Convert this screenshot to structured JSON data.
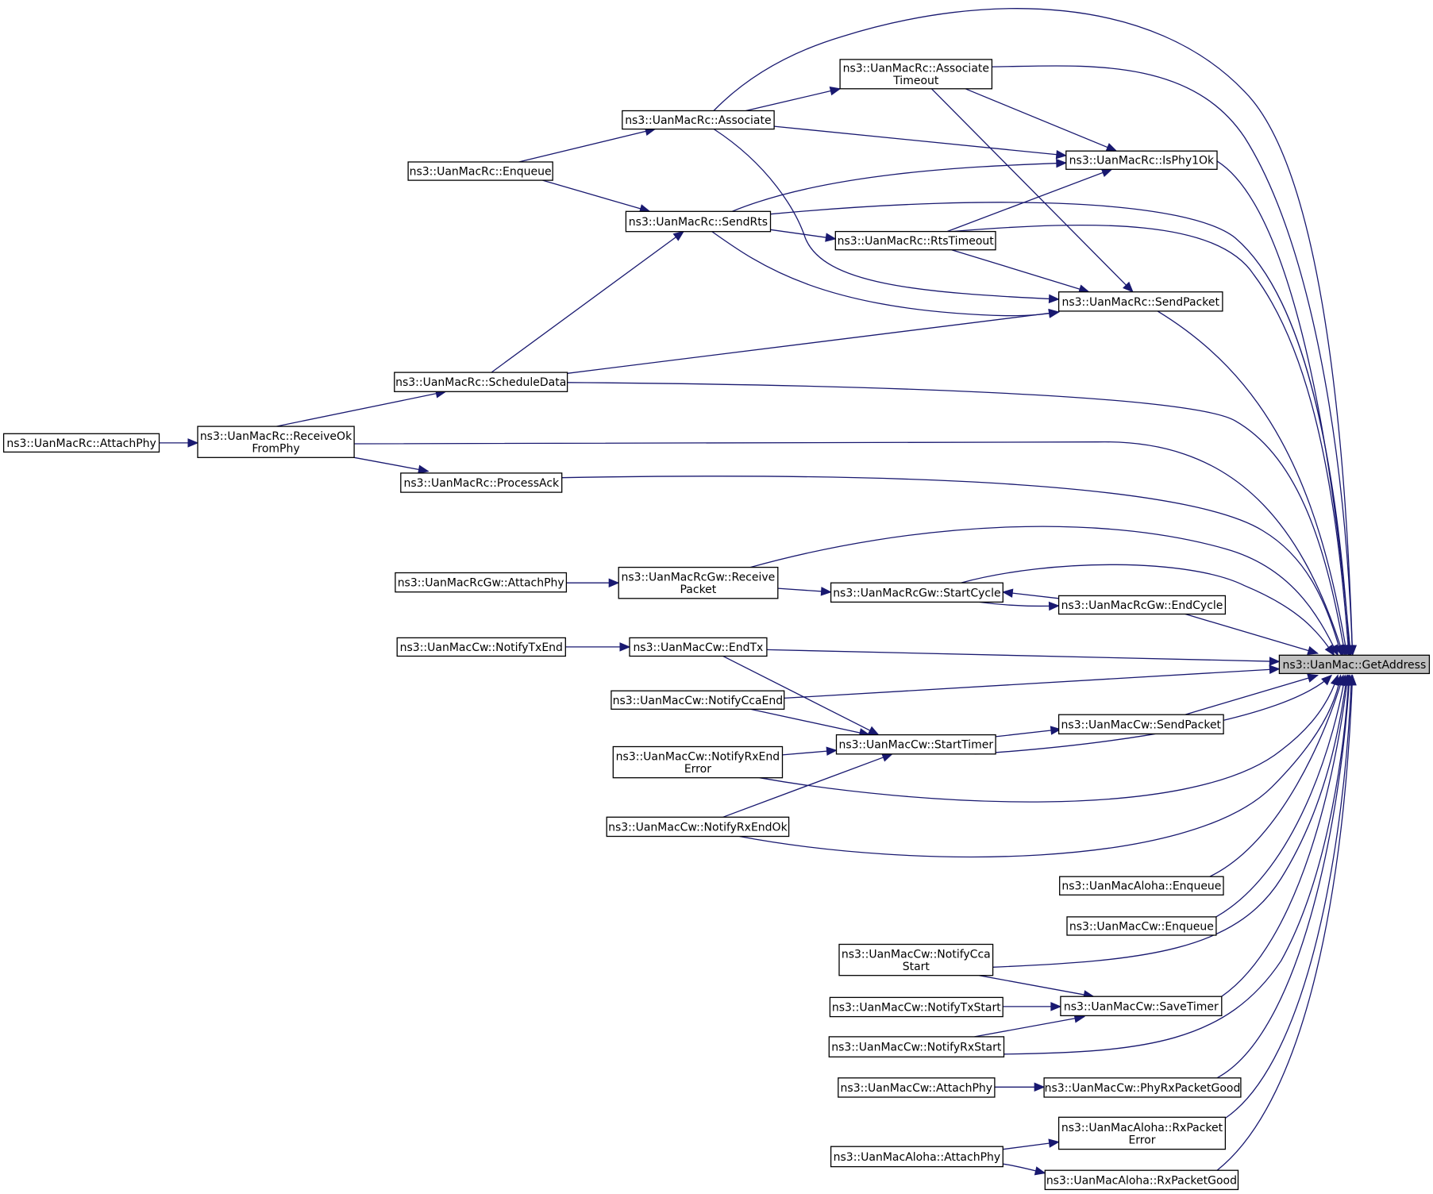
{
  "diagram": {
    "root": "getaddress",
    "nodes": [
      {
        "id": "getaddress",
        "lines": [
          "ns3::UanMac::GetAddress"
        ],
        "root": true
      },
      {
        "id": "rc_associatetimeout",
        "lines": [
          "ns3::UanMacRc::Associate",
          "Timeout"
        ]
      },
      {
        "id": "rc_associate",
        "lines": [
          "ns3::UanMacRc::Associate"
        ]
      },
      {
        "id": "rc_enqueue",
        "lines": [
          "ns3::UanMacRc::Enqueue"
        ]
      },
      {
        "id": "rc_isphy1ok",
        "lines": [
          "ns3::UanMacRc::IsPhy1Ok"
        ]
      },
      {
        "id": "rc_sendrts",
        "lines": [
          "ns3::UanMacRc::SendRts"
        ]
      },
      {
        "id": "rc_rtstimeout",
        "lines": [
          "ns3::UanMacRc::RtsTimeout"
        ]
      },
      {
        "id": "rc_sendpacket",
        "lines": [
          "ns3::UanMacRc::SendPacket"
        ]
      },
      {
        "id": "rc_scheduledata",
        "lines": [
          "ns3::UanMacRc::ScheduleData"
        ]
      },
      {
        "id": "rc_attachphy",
        "lines": [
          "ns3::UanMacRc::AttachPhy"
        ]
      },
      {
        "id": "rc_receiveokfromphy",
        "lines": [
          "ns3::UanMacRc::ReceiveOk",
          "FromPhy"
        ]
      },
      {
        "id": "rc_processack",
        "lines": [
          "ns3::UanMacRc::ProcessAck"
        ]
      },
      {
        "id": "rcgw_attachphy",
        "lines": [
          "ns3::UanMacRcGw::AttachPhy"
        ]
      },
      {
        "id": "rcgw_receivepacket",
        "lines": [
          "ns3::UanMacRcGw::Receive",
          "Packet"
        ]
      },
      {
        "id": "rcgw_startcycle",
        "lines": [
          "ns3::UanMacRcGw::StartCycle"
        ]
      },
      {
        "id": "rcgw_endcycle",
        "lines": [
          "ns3::UanMacRcGw::EndCycle"
        ]
      },
      {
        "id": "cw_notifytxend",
        "lines": [
          "ns3::UanMacCw::NotifyTxEnd"
        ]
      },
      {
        "id": "cw_endtx",
        "lines": [
          "ns3::UanMacCw::EndTx"
        ]
      },
      {
        "id": "cw_notifyccaend",
        "lines": [
          "ns3::UanMacCw::NotifyCcaEnd"
        ]
      },
      {
        "id": "cw_starttimer",
        "lines": [
          "ns3::UanMacCw::StartTimer"
        ]
      },
      {
        "id": "cw_sendpacket",
        "lines": [
          "ns3::UanMacCw::SendPacket"
        ]
      },
      {
        "id": "cw_notifyrxenderror",
        "lines": [
          "ns3::UanMacCw::NotifyRxEnd",
          "Error"
        ]
      },
      {
        "id": "cw_notifyrxendok",
        "lines": [
          "ns3::UanMacCw::NotifyRxEndOk"
        ]
      },
      {
        "id": "aloha_enqueue",
        "lines": [
          "ns3::UanMacAloha::Enqueue"
        ]
      },
      {
        "id": "cw_enqueue",
        "lines": [
          "ns3::UanMacCw::Enqueue"
        ]
      },
      {
        "id": "cw_notifyccastart",
        "lines": [
          "ns3::UanMacCw::NotifyCca",
          "Start"
        ]
      },
      {
        "id": "cw_savetimer",
        "lines": [
          "ns3::UanMacCw::SaveTimer"
        ]
      },
      {
        "id": "cw_notifytxstart",
        "lines": [
          "ns3::UanMacCw::NotifyTxStart"
        ]
      },
      {
        "id": "cw_notifyrxstart",
        "lines": [
          "ns3::UanMacCw::NotifyRxStart"
        ]
      },
      {
        "id": "cw_attachphy",
        "lines": [
          "ns3::UanMacCw::AttachPhy"
        ]
      },
      {
        "id": "cw_phyrxpacketgood",
        "lines": [
          "ns3::UanMacCw::PhyRxPacketGood"
        ]
      },
      {
        "id": "aloha_rxpacketerror",
        "lines": [
          "ns3::UanMacAloha::RxPacket",
          "Error"
        ]
      },
      {
        "id": "aloha_attachphy",
        "lines": [
          "ns3::UanMacAloha::AttachPhy"
        ]
      },
      {
        "id": "aloha_rxpacketgood",
        "lines": [
          "ns3::UanMacAloha::RxPacketGood"
        ]
      }
    ],
    "edges": [
      {
        "from": "rc_associate",
        "to": "getaddress"
      },
      {
        "from": "rc_associatetimeout",
        "to": "getaddress"
      },
      {
        "from": "rc_isphy1ok",
        "to": "getaddress"
      },
      {
        "from": "rc_sendrts",
        "to": "getaddress"
      },
      {
        "from": "rc_rtstimeout",
        "to": "getaddress"
      },
      {
        "from": "rc_sendpacket",
        "to": "getaddress"
      },
      {
        "from": "rc_scheduledata",
        "to": "getaddress"
      },
      {
        "from": "rc_receiveokfromphy",
        "to": "getaddress"
      },
      {
        "from": "rc_processack",
        "to": "getaddress"
      },
      {
        "from": "rcgw_receivepacket",
        "to": "getaddress"
      },
      {
        "from": "rcgw_startcycle",
        "to": "getaddress"
      },
      {
        "from": "rcgw_endcycle",
        "to": "getaddress"
      },
      {
        "from": "cw_endtx",
        "to": "getaddress"
      },
      {
        "from": "cw_notifyccaend",
        "to": "getaddress"
      },
      {
        "from": "cw_sendpacket",
        "to": "getaddress"
      },
      {
        "from": "cw_starttimer",
        "to": "getaddress"
      },
      {
        "from": "cw_notifyrxenderror",
        "to": "getaddress"
      },
      {
        "from": "cw_notifyrxendok",
        "to": "getaddress"
      },
      {
        "from": "aloha_enqueue",
        "to": "getaddress"
      },
      {
        "from": "cw_enqueue",
        "to": "getaddress"
      },
      {
        "from": "cw_notifyccastart",
        "to": "getaddress"
      },
      {
        "from": "cw_savetimer",
        "to": "getaddress"
      },
      {
        "from": "cw_notifyrxstart",
        "to": "getaddress"
      },
      {
        "from": "cw_phyrxpacketgood",
        "to": "getaddress"
      },
      {
        "from": "aloha_rxpacketerror",
        "to": "getaddress"
      },
      {
        "from": "aloha_rxpacketgood",
        "to": "getaddress"
      },
      {
        "from": "rc_associate",
        "to": "rc_associatetimeout"
      },
      {
        "from": "rc_enqueue",
        "to": "rc_associate"
      },
      {
        "from": "rc_enqueue",
        "to": "rc_sendrts"
      },
      {
        "from": "rc_associate",
        "to": "rc_isphy1ok"
      },
      {
        "from": "rc_associatetimeout",
        "to": "rc_isphy1ok"
      },
      {
        "from": "rc_sendrts",
        "to": "rc_isphy1ok"
      },
      {
        "from": "rc_rtstimeout",
        "to": "rc_isphy1ok"
      },
      {
        "from": "rc_sendrts",
        "to": "rc_rtstimeout"
      },
      {
        "from": "rc_associatetimeout",
        "to": "rc_sendpacket"
      },
      {
        "from": "rc_associate",
        "to": "rc_sendpacket"
      },
      {
        "from": "rc_rtstimeout",
        "to": "rc_sendpacket"
      },
      {
        "from": "rc_sendrts",
        "to": "rc_sendpacket"
      },
      {
        "from": "rc_scheduledata",
        "to": "rc_sendpacket"
      },
      {
        "from": "rc_scheduledata",
        "to": "rc_sendrts"
      },
      {
        "from": "rc_receiveokfromphy",
        "to": "rc_scheduledata"
      },
      {
        "from": "rc_receiveokfromphy",
        "to": "rc_processack"
      },
      {
        "from": "rc_attachphy",
        "to": "rc_receiveokfromphy"
      },
      {
        "from": "rcgw_attachphy",
        "to": "rcgw_receivepacket"
      },
      {
        "from": "rcgw_receivepacket",
        "to": "rcgw_startcycle"
      },
      {
        "from": "rcgw_endcycle",
        "to": "rcgw_startcycle"
      },
      {
        "from": "rcgw_startcycle",
        "to": "rcgw_endcycle"
      },
      {
        "from": "cw_notifytxend",
        "to": "cw_endtx"
      },
      {
        "from": "cw_endtx",
        "to": "cw_starttimer"
      },
      {
        "from": "cw_notifyccaend",
        "to": "cw_starttimer"
      },
      {
        "from": "cw_notifyrxenderror",
        "to": "cw_starttimer"
      },
      {
        "from": "cw_notifyrxendok",
        "to": "cw_starttimer"
      },
      {
        "from": "cw_starttimer",
        "to": "cw_sendpacket"
      },
      {
        "from": "cw_notifyccastart",
        "to": "cw_savetimer"
      },
      {
        "from": "cw_notifytxstart",
        "to": "cw_savetimer"
      },
      {
        "from": "cw_notifyrxstart",
        "to": "cw_savetimer"
      },
      {
        "from": "cw_attachphy",
        "to": "cw_phyrxpacketgood"
      },
      {
        "from": "aloha_attachphy",
        "to": "aloha_rxpacketerror"
      },
      {
        "from": "aloha_attachphy",
        "to": "aloha_rxpacketgood"
      }
    ]
  }
}
